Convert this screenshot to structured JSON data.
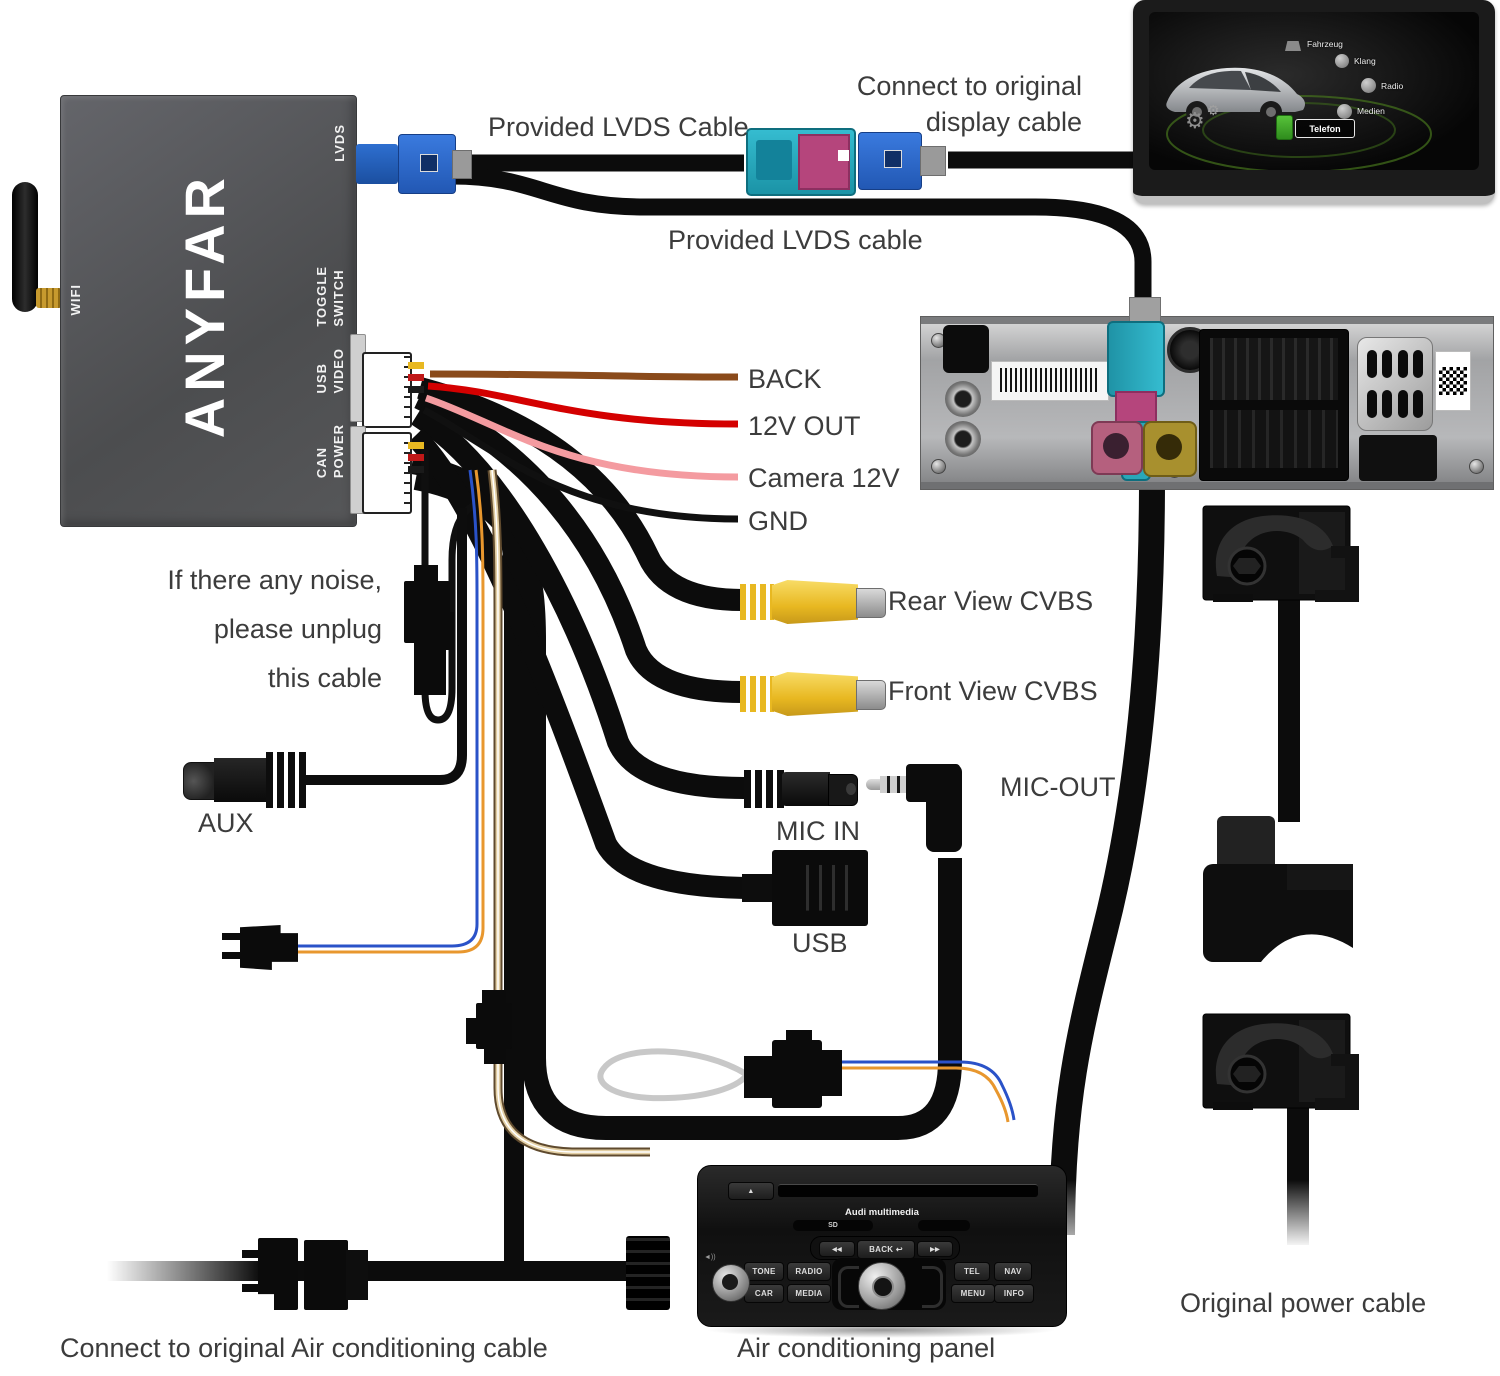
{
  "labels": {
    "provided_lvds_top": "Provided LVDS Cable",
    "connect_display_1": "Connect to original",
    "connect_display_2": "display cable",
    "provided_lvds_bottom": "Provided LVDS cable",
    "noise_1": "If there any noise,",
    "noise_2": "please unplug",
    "noise_3": "this cable",
    "aux": "AUX",
    "back": "BACK",
    "out12v": "12V OUT",
    "camera12v": "Camera 12V",
    "gnd": "GND",
    "rear_cvbs": "Rear View CVBS",
    "front_cvbs": "Front View CVBS",
    "mic_in": "MIC IN",
    "mic_out": "MIC-OUT",
    "usb": "USB",
    "ac_cable": "Connect to original Air conditioning cable",
    "ac_panel": "Air conditioning panel",
    "power_cable": "Original power cable"
  },
  "box": {
    "brand": "ANYFAR",
    "wifi": "WIFI",
    "port_lvds": "LVDS",
    "port_toggle_1": "TOGGLE",
    "port_toggle_2": "SWITCH",
    "port_usb_1": "USB",
    "port_usb_2": "VIDEO",
    "port_can_1": "CAN",
    "port_can_2": "POWER"
  },
  "display": {
    "menu_fahrzeug": "Fahrzeug",
    "menu_klang": "Klang",
    "menu_radio": "Radio",
    "menu_medien": "Medien",
    "menu_telefon": "Telefon"
  },
  "radio": {
    "brand": "Audi multimedia",
    "sd": "SD",
    "eject": "▲",
    "prev": "◀◀",
    "back_btn": "BACK ↩",
    "next": "▶▶",
    "tone": "TONE",
    "car": "CAR",
    "radio": "RADIO",
    "media": "MEDIA",
    "tel": "TEL",
    "menu": "MENU",
    "nav": "NAV",
    "info": "INFO",
    "vol_icon": "◄))"
  },
  "colors": {
    "wire_brown": "#8a4a1a",
    "wire_red": "#d40000",
    "wire_pink": "#f49ba0",
    "wire_black": "#101010",
    "rca_yellow": "#f0c230",
    "connector_teal": "#2aa7b8",
    "connector_magenta": "#b5457c",
    "connector_blue": "#2e6fd0"
  }
}
